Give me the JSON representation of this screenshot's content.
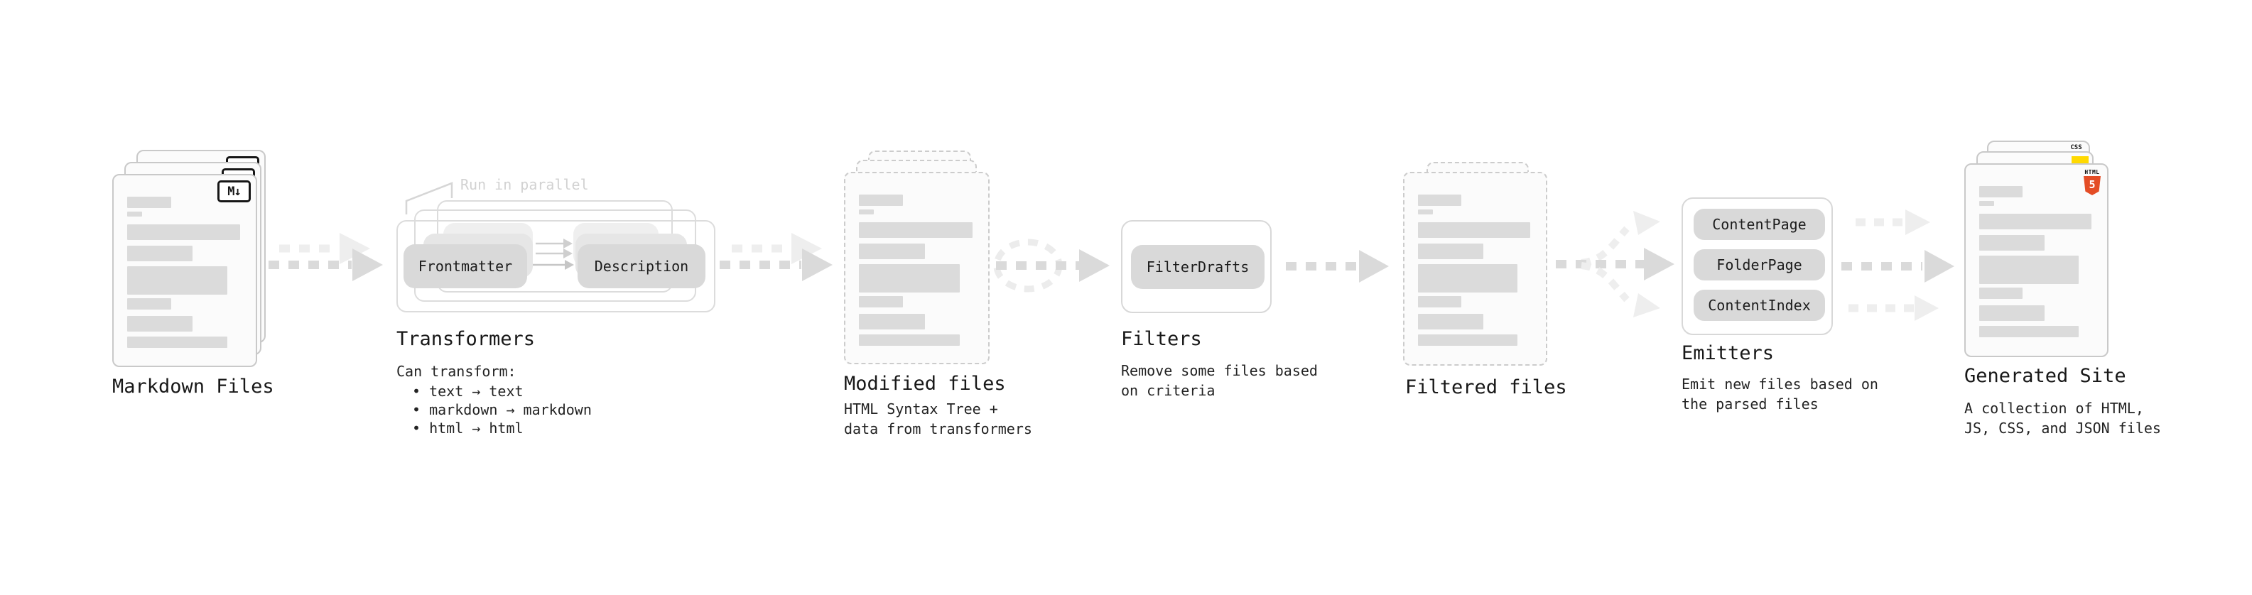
{
  "markdown_files": {
    "title": "Markdown Files",
    "badge": "M↓"
  },
  "transformers": {
    "title": "Transformers",
    "note": "Run in parallel",
    "left_button": "Frontmatter",
    "right_button": "Description",
    "desc_heading": "Can transform:",
    "bullets": [
      "• text → text",
      "• markdown → markdown",
      "• html → html"
    ]
  },
  "modified_files": {
    "title": "Modified files",
    "subtitle_line1": "HTML Syntax Tree +",
    "subtitle_line2": "data from transformers"
  },
  "filters": {
    "title": "Filters",
    "button": "FilterDrafts",
    "subtitle_line1": "Remove some files based",
    "subtitle_line2": "on criteria"
  },
  "filtered_files": {
    "title": "Filtered files"
  },
  "emitters": {
    "title": "Emitters",
    "buttons": [
      "ContentPage",
      "FolderPage",
      "ContentIndex"
    ],
    "subtitle_line1": "Emit new files based on",
    "subtitle_line2": "the parsed files"
  },
  "generated_site": {
    "title": "Generated Site",
    "subtitle_line1": "A collection of HTML,",
    "subtitle_line2": "JS, CSS, and JSON files",
    "css_badge": "CSS",
    "html_badge_label": "HTML",
    "html_badge_number": "5"
  },
  "colors": {
    "css_blue": "#2965f1",
    "js_yellow": "#ffd900",
    "html_orange": "#e44d26"
  }
}
